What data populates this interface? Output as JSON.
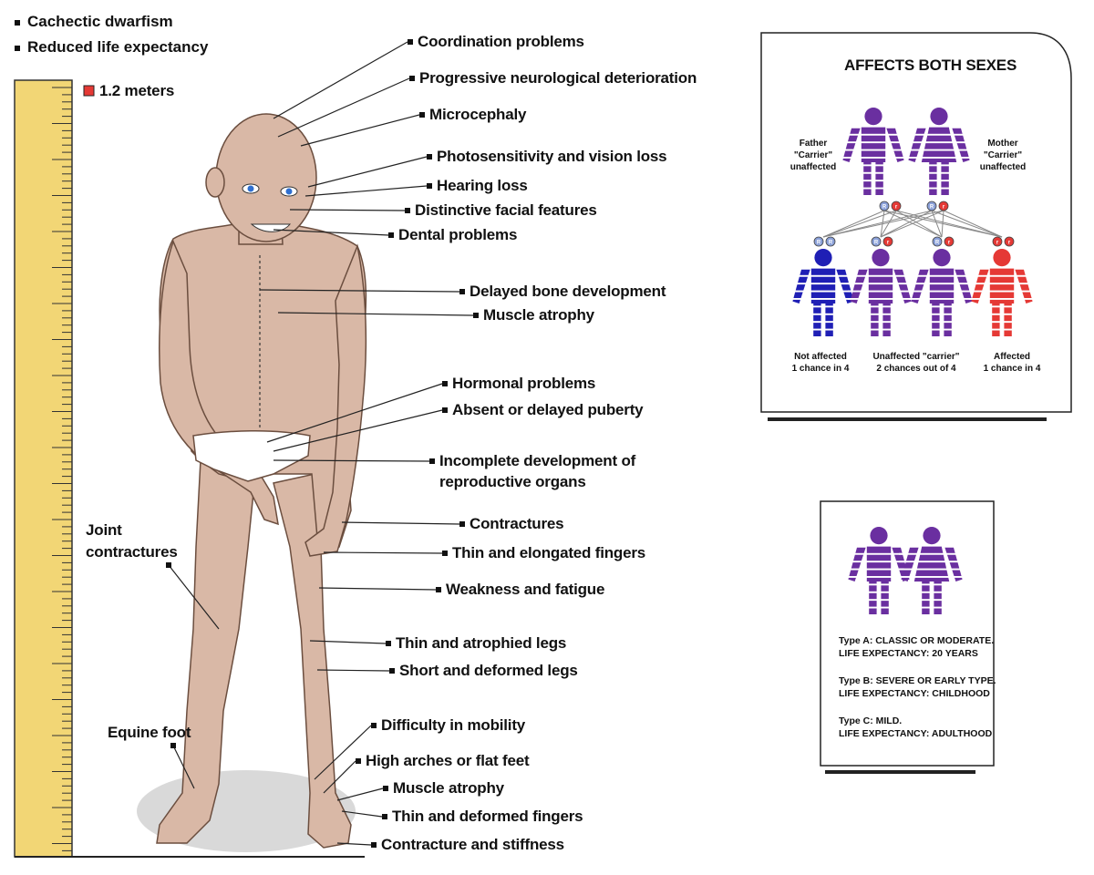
{
  "top_notes": [
    "Cachectic dwarfism",
    "Reduced life expectancy"
  ],
  "ruler": {
    "height_label": "1.2 meters",
    "marker_color": "#e53935",
    "ruler_color": "#f2d675"
  },
  "colors": {
    "skin": "#d9b8a6",
    "carrier": "#6a2fa0",
    "unaffected": "#1f1fb5",
    "affected": "#e53935",
    "allele_lavender": "#8aa0d8",
    "allele_red": "#e53935"
  },
  "labels_right": [
    "Coordination problems",
    "Progressive neurological deterioration",
    "Microcephaly",
    "Photosensitivity and vision loss",
    "Hearing loss",
    "Distinctive facial features",
    "Dental problems",
    "Delayed bone development",
    "Muscle atrophy",
    "Hormonal problems",
    "Absent or delayed puberty",
    "Incomplete development of",
    "reproductive organs",
    "Contractures",
    "Thin and elongated fingers",
    "Weakness and fatigue",
    "Thin and atrophied legs",
    "Short and deformed legs",
    "Difficulty in mobility",
    "High arches or flat feet",
    "Muscle atrophy",
    "Thin and deformed fingers",
    "Contracture and stiffness"
  ],
  "labels_left": [
    "Joint",
    "contractures",
    "Equine foot"
  ],
  "inheritance": {
    "title": "AFFECTS BOTH SEXES",
    "father": [
      "Father",
      "\"Carrier\"",
      "unaffected"
    ],
    "mother": [
      "Mother",
      "\"Carrier\"",
      "unaffected"
    ],
    "allele_dominant": "R",
    "allele_recessive": "r",
    "outcomes": [
      {
        "lines": [
          "Not affected",
          "1 chance in 4"
        ]
      },
      {
        "lines": [
          "Unaffected \"carrier\"",
          "2 chances out of 4"
        ]
      },
      {
        "lines": [
          "Affected",
          "1 chance in 4"
        ]
      }
    ]
  },
  "types": [
    [
      "Type A: CLASSIC OR MODERATE.",
      "LIFE EXPECTANCY: 20 YEARS"
    ],
    [
      "Type B: SEVERE OR EARLY TYPE.",
      "LIFE EXPECTANCY: CHILDHOOD"
    ],
    [
      "Type C: MILD.",
      "LIFE EXPECTANCY: ADULTHOOD"
    ]
  ]
}
